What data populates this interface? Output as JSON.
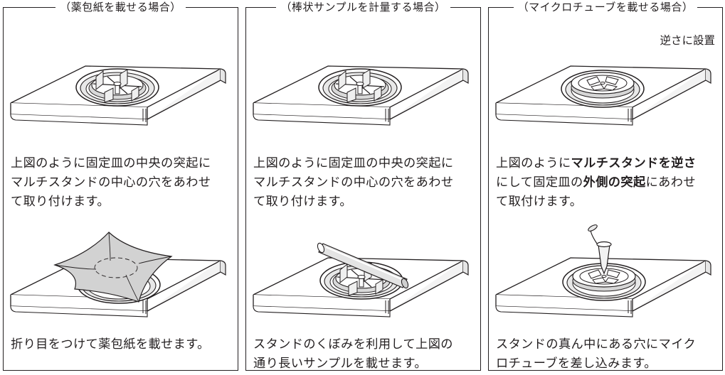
{
  "panels": [
    {
      "title": "（薬包紙を載せる場合）",
      "caption1_lines": [
        "上図のように固定皿の中央の突起に",
        "マルチスタンドの中心の穴をあわせ",
        "て取り付けます。"
      ],
      "caption2_lines": [
        "折り目をつけて薬包紙を載せます。"
      ]
    },
    {
      "title": "（棒状サンプルを計量する場合）",
      "caption1_lines": [
        "上図のように固定皿の中央の突起に",
        "マルチスタンドの中心の穴をあわせ",
        "て取り付けます。"
      ],
      "caption2_lines": [
        "スタンドのくぼみを利用して上図の",
        "通り長いサンプルを載せます。"
      ]
    },
    {
      "title": "（マイクロチューブを載せる場合）",
      "note": "逆さに設置",
      "caption1": {
        "l1a": "上図のように",
        "l1b": "マルチスタンドを逆さ",
        "l2a": "にして固定皿の",
        "l2b": "外側の突起",
        "l2c": "にあわせ",
        "l3": "て取付けます。"
      },
      "caption2_lines": [
        "スタンドの真ん中にある穴にマイク",
        "ロチューブを差し込みます。"
      ]
    }
  ]
}
